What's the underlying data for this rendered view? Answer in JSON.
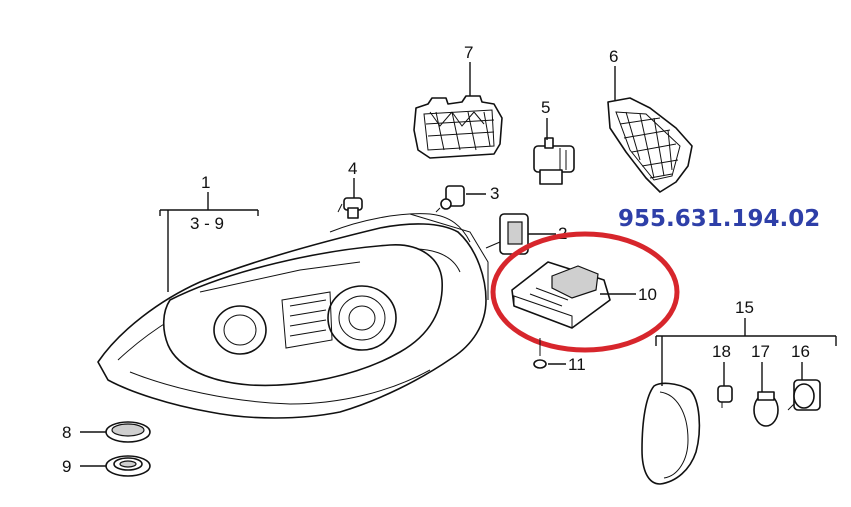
{
  "part_number": "955.631.194.02",
  "colors": {
    "part_number": "#2e3fa8",
    "highlight_ring": "#d7262c",
    "line": "#111111"
  },
  "callouts": [
    {
      "id": "c1",
      "text": "1"
    },
    {
      "id": "c1r",
      "text": "3 - 9"
    },
    {
      "id": "c2",
      "text": "2"
    },
    {
      "id": "c3",
      "text": "3"
    },
    {
      "id": "c4",
      "text": "4"
    },
    {
      "id": "c5",
      "text": "5"
    },
    {
      "id": "c6",
      "text": "6"
    },
    {
      "id": "c7",
      "text": "7"
    },
    {
      "id": "c8",
      "text": "8"
    },
    {
      "id": "c9",
      "text": "9"
    },
    {
      "id": "c10",
      "text": "10"
    },
    {
      "id": "c11",
      "text": "11"
    },
    {
      "id": "c15",
      "text": "15"
    },
    {
      "id": "c16",
      "text": "16"
    },
    {
      "id": "c17",
      "text": "17"
    },
    {
      "id": "c18",
      "text": "18"
    }
  ],
  "highlighted_part": "10"
}
